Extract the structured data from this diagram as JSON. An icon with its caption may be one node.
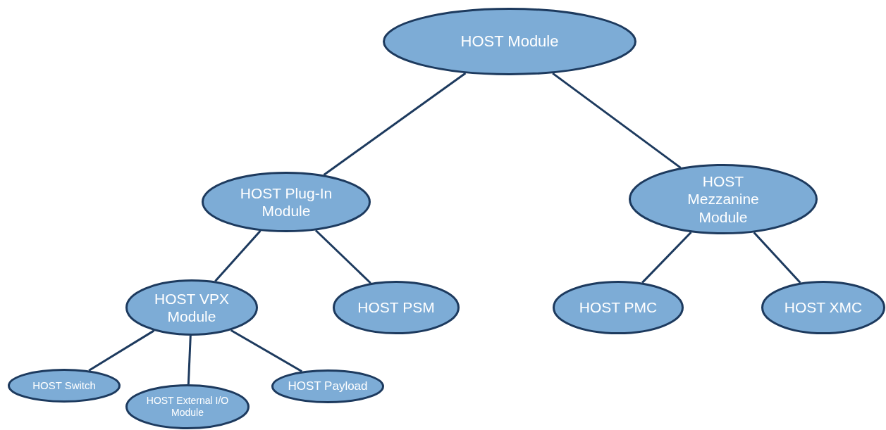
{
  "diagram": {
    "nodes": [
      {
        "text": [
          "HOST Module"
        ]
      },
      {
        "text": [
          "HOST Plug-In Module"
        ]
      },
      {
        "text": [
          "HOST Mezzanine Module"
        ]
      },
      {
        "text": [
          "HOST VPX Module"
        ]
      },
      {
        "text": [
          "HOST PSM"
        ]
      },
      {
        "text": [
          "HOST PMC"
        ]
      },
      {
        "text": [
          "HOST XMC"
        ]
      },
      {
        "text": [
          "HOST Switch"
        ]
      },
      {
        "text": [
          "HOST External I/O Module"
        ]
      },
      {
        "text": [
          "HOST Payload"
        ]
      }
    ],
    "edges": [
      {
        "from": 0,
        "to": 1,
        "arrow": "none"
      },
      {
        "from": 0,
        "to": 2,
        "arrow": "none"
      },
      {
        "from": 1,
        "to": 3,
        "arrow": "none"
      },
      {
        "from": 1,
        "to": 4,
        "arrow": "none"
      },
      {
        "from": 2,
        "to": 5,
        "arrow": "none"
      },
      {
        "from": 2,
        "to": 6,
        "arrow": "none"
      },
      {
        "from": 3,
        "to": 7,
        "arrow": "none"
      },
      {
        "from": 3,
        "to": 8,
        "arrow": "none"
      },
      {
        "from": 3,
        "to": 9,
        "arrow": "none"
      }
    ]
  }
}
